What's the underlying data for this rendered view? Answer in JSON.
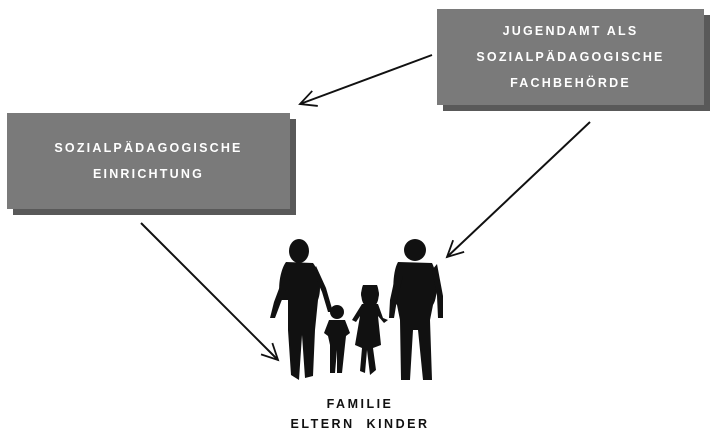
{
  "nodes": {
    "jugendamt": {
      "lines": [
        "JUGENDAMT ALS",
        "SOZIALPÄDAGOGISCHE",
        "FACHBEHÖRDE"
      ]
    },
    "einrichtung": {
      "lines": [
        "SOZIALPÄDAGOGISCHE",
        "EINRICHTUNG"
      ]
    },
    "familie": {
      "lines": [
        "FAMILIE",
        "ELTERN  KINDER"
      ],
      "icon": "family-silhouette-icon"
    }
  },
  "edges": [
    {
      "from": "jugendamt",
      "to": "einrichtung"
    },
    {
      "from": "jugendamt",
      "to": "familie"
    },
    {
      "from": "einrichtung",
      "to": "familie"
    }
  ],
  "colors": {
    "box_fill": "#7a7a7a",
    "box_shadow": "#595959",
    "box_text": "#ffffff",
    "arrow": "#111111",
    "silhouette": "#111111"
  }
}
